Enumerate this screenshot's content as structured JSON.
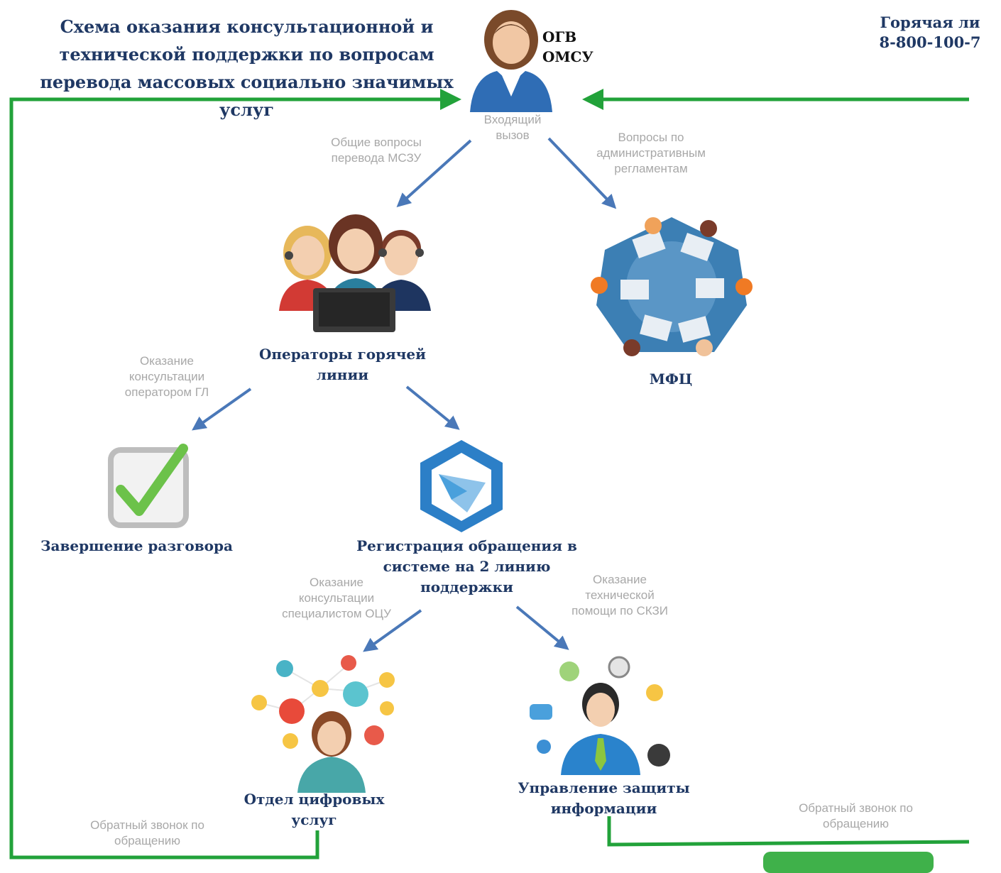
{
  "title": "Схема оказания консультационной и технической поддержки по вопросам перевода массовых социально значимых услуг",
  "hotline": {
    "line1": "Горячая ли",
    "line2": "8-800-100-7"
  },
  "top_actor": {
    "line1": "ОГВ",
    "line2": "ОМСУ"
  },
  "incoming_call": "Входящий вызов",
  "edges": {
    "general_questions": "Общие вопросы перевода МСЗУ",
    "admin_reg_questions": "Вопросы по административным регламентам",
    "operator_consult": "Оказание консультации оператором ГЛ",
    "specialist_consult": "Оказание консультации специалистом ОЦУ",
    "tech_help": "Оказание технической помощи по СКЗИ",
    "callback_left": "Обратный звонок по обращению",
    "callback_right": "Обратный звонок по обращению"
  },
  "nodes": {
    "operators": "Операторы горячей линии",
    "mfc": "МФЦ",
    "finish": "Завершение разговора",
    "registration": "Регистрация обращения в системе на 2 линию поддержки",
    "digital_dept": "Отдел цифровых услуг",
    "security_dept": "Управление защиты информации"
  },
  "colors": {
    "green_line": "#22a23a",
    "blue_arrow": "#4a78b8",
    "label_text": "#1f3864",
    "note_text": "#a8a8a8"
  }
}
